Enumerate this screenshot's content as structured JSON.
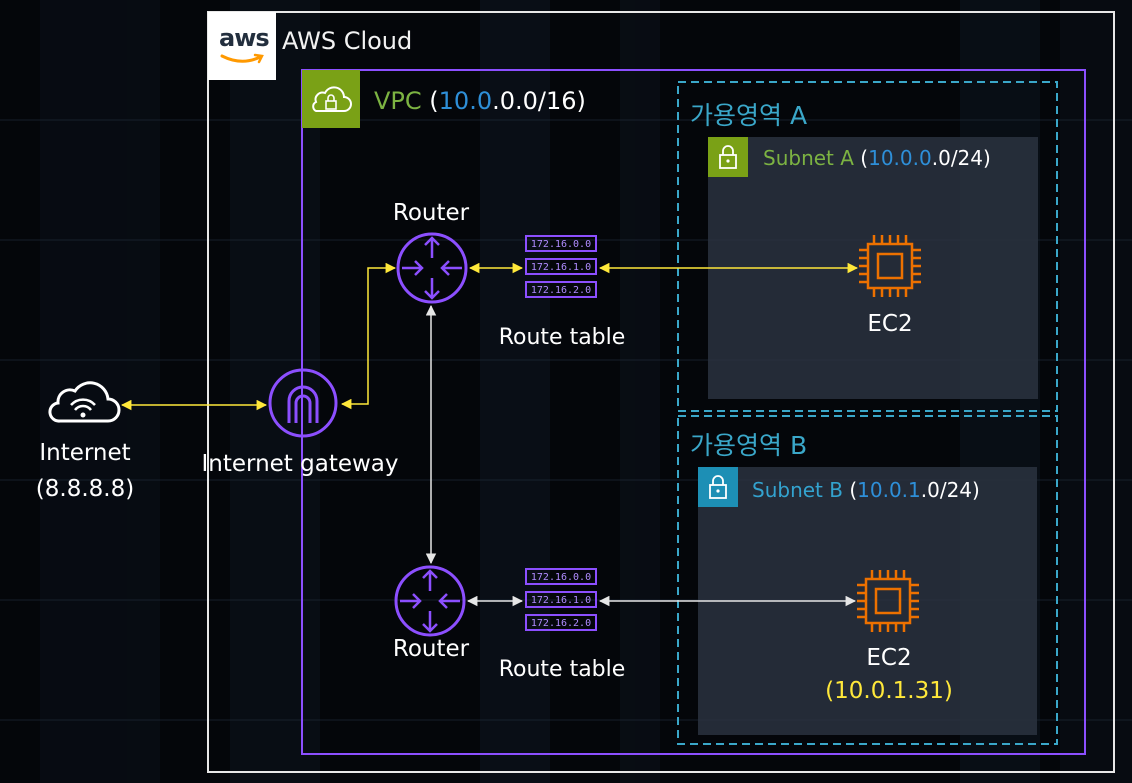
{
  "aws_cloud": {
    "logo_text": "aws",
    "title": "AWS Cloud"
  },
  "vpc": {
    "label": "VPC",
    "open": " (",
    "cidr_highlight": "10.0",
    "cidr_rest": ".0.0/16",
    "close": ")"
  },
  "az_a": {
    "label": "가용영역 A"
  },
  "az_b": {
    "label": "가용영역 B"
  },
  "subnet_a": {
    "label": "Subnet A",
    "open": " (",
    "cidr_highlight": "10.0.0",
    "cidr_rest": ".0/24",
    "close": ")"
  },
  "subnet_b": {
    "label": "Subnet B",
    "open": " (",
    "cidr_highlight": "10.0.1",
    "cidr_rest": ".0/24",
    "close": ")"
  },
  "router_top": {
    "label": "Router"
  },
  "router_bottom": {
    "label": "Router"
  },
  "route_table_top": {
    "label": "Route table",
    "rows": [
      "172.16.0.0",
      "172.16.1.0",
      "172.16.2.0"
    ]
  },
  "route_table_bottom": {
    "label": "Route table",
    "rows": [
      "172.16.0.0",
      "172.16.1.0",
      "172.16.2.0"
    ]
  },
  "internet": {
    "label": "Internet",
    "ip": "(8.8.8.8)"
  },
  "internet_gateway": {
    "label": "Internet gateway"
  },
  "ec2_a": {
    "label": "EC2"
  },
  "ec2_b": {
    "label": "EC2",
    "ip": "(10.0.1.31)"
  },
  "colors": {
    "vpc_border": "#8c4fff",
    "az_border": "#3aa7c9",
    "vpc_icon_bg": "#7aa116",
    "subnet_a_icon_bg": "#7aa116",
    "subnet_b_icon_bg": "#1d8fb5",
    "ec2_orange": "#ed7100",
    "router_purple": "#8c4fff",
    "connector_yellow": "#ffe83a",
    "connector_white": "#e6e6e6"
  },
  "icons": [
    "aws-logo-icon",
    "cloud-lock-icon",
    "lock-icon",
    "cloud-wifi-icon",
    "internet-gateway-icon",
    "router-icon",
    "route-table-icon",
    "ec2-chip-icon"
  ]
}
